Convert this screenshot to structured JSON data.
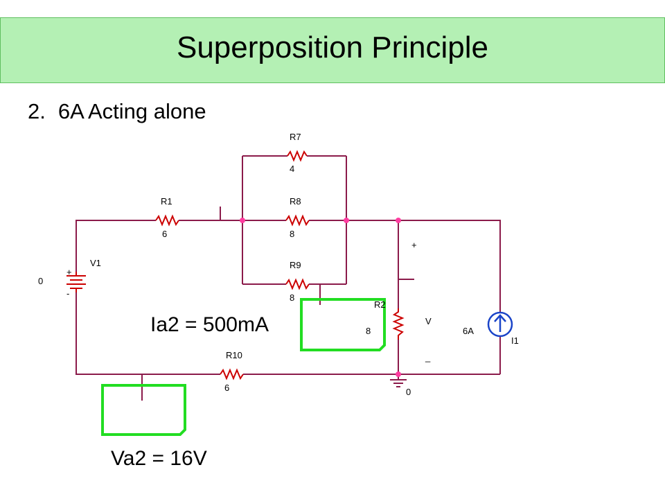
{
  "title": "Superposition Principle",
  "subtitle": {
    "number": "2.",
    "text": "6A Acting alone"
  },
  "colors": {
    "banner": "#b4f0b4",
    "wire": "#8b1a4a",
    "component": "#cc0000",
    "node": "#ff3ca0",
    "source": "#1a44c8",
    "probe": "#22dd22"
  },
  "results": {
    "current_label": "Ia2 = 500mA",
    "voltage_label": "Va2 = 16V"
  },
  "circuit": {
    "r7": {
      "name": "R7",
      "value": "4"
    },
    "r1": {
      "name": "R1",
      "value": "6"
    },
    "r8": {
      "name": "R8",
      "value": "8"
    },
    "r9": {
      "name": "R9",
      "value": "8"
    },
    "r2": {
      "name": "R2",
      "value": "8"
    },
    "r10": {
      "name": "R10",
      "value": "6"
    },
    "v1": {
      "name": "V1",
      "value": "0",
      "plus": "+",
      "minus": "-"
    },
    "i1": {
      "name": "I1",
      "value": "6A"
    },
    "meter": {
      "plus": "+",
      "symbol": "V",
      "minus": "_"
    },
    "ground": {
      "label": "0"
    }
  }
}
